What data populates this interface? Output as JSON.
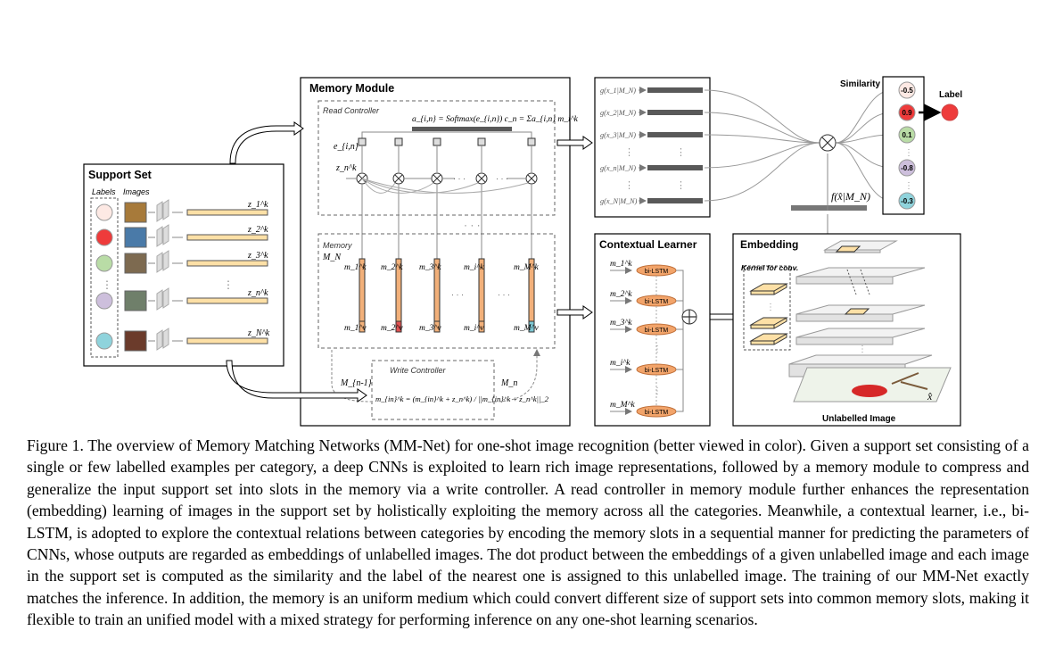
{
  "memory_module": {
    "title": "Memory Module",
    "read_controller": "Read Controller",
    "read_formula": "a_{i,n} = Softmax(e_{i,n})  c_n = Σa_{i,n} m_i^k",
    "e_label": "e_{i,n}",
    "z_label": "z_n^k",
    "memory_label": "Memory",
    "memory_symbol": "M_N",
    "slot_keys": [
      "m_1^k",
      "m_2^k",
      "m_3^k",
      "m_i^k",
      "m_M^k"
    ],
    "slot_values": [
      "m_1^v",
      "m_2^v",
      "m_3^v",
      "m_i^v",
      "m_M^v"
    ],
    "write_controller": "Write Controller",
    "write_formula": "m_{in}^k = (m_{in}^k + z_n^k) / ||m_{in}^k + z_n^k||_2",
    "m_prev": "M_{n-1}",
    "m_next": "M_n"
  },
  "support_set": {
    "title": "Support Set",
    "labels_header": "Labels",
    "images_header": "Images",
    "z_labels": [
      "z_1^k",
      "z_2^k",
      "z_3^k",
      "z_n^k",
      "z_N^k"
    ],
    "label_colors": [
      "#fde9e4",
      "#ee3b3b",
      "#b9dca6",
      "#cdbfdc",
      "#8fd3dc"
    ]
  },
  "gallery": {
    "rows": [
      "g(x_1|M_N)",
      "g(x_2|M_N)",
      "g(x_3|M_N)",
      "g(x_n|M_N)",
      "g(x_N|M_N)"
    ]
  },
  "similarity": {
    "title": "Similarity",
    "values": [
      "-0.5",
      "0.9",
      "0.1",
      "-0.8",
      "-0.3"
    ],
    "label": "Label",
    "f_label": "f(x̂|M_N)"
  },
  "contextual_learner": {
    "title": "Contextual Learner",
    "cell_label": "bi-LSTM",
    "inputs": [
      "m_1^k",
      "m_2^k",
      "m_3^k",
      "m_i^k",
      "m_M^k"
    ]
  },
  "embedding": {
    "title": "Embedding",
    "kernel_label": "Kernel for conv.",
    "unlabelled": "Unlabelled Image",
    "x_hat": "x̂"
  },
  "caption": "Figure 1. The overview of Memory Matching Networks (MM-Net) for one-shot image recognition (better viewed in color). Given a support set consisting of a single or few labelled examples per category, a deep CNNs is exploited to learn rich image representations, followed by a memory module to compress and generalize the input support set into slots in the memory via a write controller. A read controller in memory module further enhances the representation (embedding) learning of images in the support set by holistically exploiting the memory across all the categories. Meanwhile, a contextual learner, i.e., bi-LSTM, is adopted to explore the contextual relations between categories by encoding the memory slots in a sequential manner for predicting the parameters of CNNs, whose outputs are regarded as embeddings of unlabelled images. The dot product between the embeddings of a given unlabelled image and each image in the support set is computed as the similarity and the label of the nearest one is assigned to this unlabelled image. The training of our MM-Net exactly matches the inference. In addition, the memory is an uniform medium which could convert different size of support sets into common memory slots, making it flexible to train an unified model with a mixed strategy for performing inference on any one-shot learning scenarios."
}
